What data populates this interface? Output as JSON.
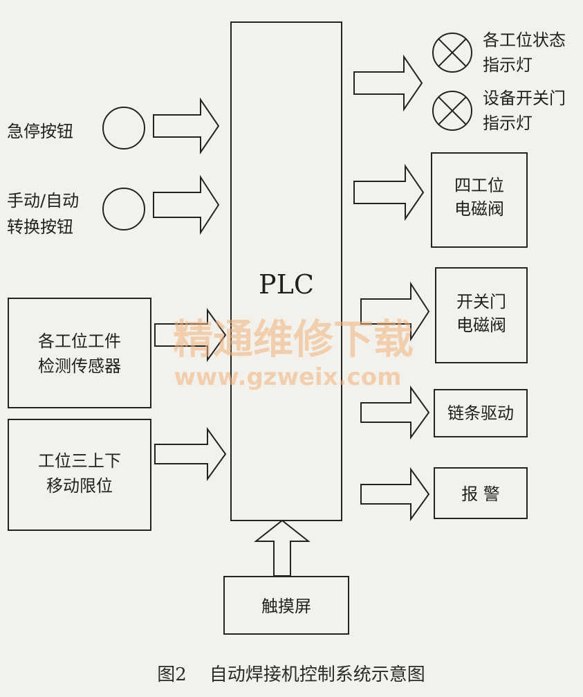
{
  "diagram": {
    "plc_label": "PLC",
    "inputs": {
      "emergency_stop": "急停按钮",
      "manual_auto_line1": "手动/自动",
      "manual_auto_line2": "转换按钮",
      "sensor_line1": "各工位工件",
      "sensor_line2": "检测传感器",
      "limit_line1": "工位三上下",
      "limit_line2": "移动限位"
    },
    "outputs": {
      "station_lamp_line1": "各工位状态",
      "station_lamp_line2": "指示灯",
      "door_lamp_line1": "设备开关门",
      "door_lamp_line2": "指示灯",
      "four_station_valve_line1": "四工位",
      "four_station_valve_line2": "电磁阀",
      "door_valve_line1": "开关门",
      "door_valve_line2": "电磁阀",
      "chain_drive": "链条驱动",
      "alarm": "报 警"
    },
    "touch_screen": "触摸屏"
  },
  "caption": "图2    自动焊接机控制系统示意图",
  "watermark": {
    "text": "精通维修下载",
    "url": "www.gzweix.com"
  }
}
